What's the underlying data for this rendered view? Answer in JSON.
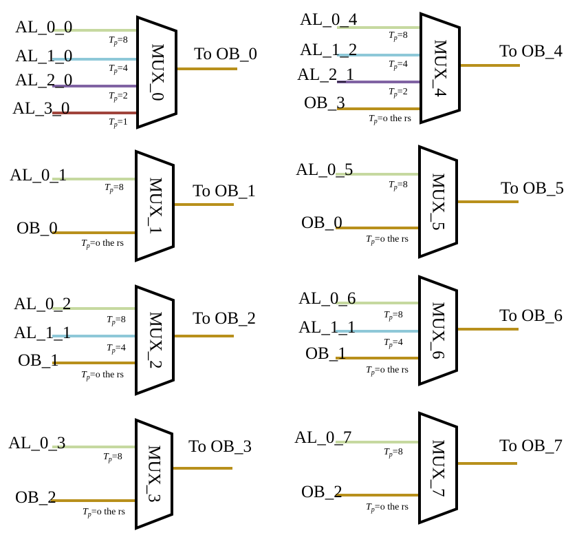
{
  "colors": {
    "AL_0": "#c6d9a0",
    "AL_1": "#8ec8d8",
    "AL_2": "#8063a3",
    "AL_3": "#a0443c",
    "OB": "#b8901c",
    "mux_stroke": "#000000"
  },
  "muxes": [
    {
      "name": "MUX_0",
      "output": "To OB_0",
      "inputs": [
        {
          "label": "AL_0_0",
          "color": "AL_0",
          "cond_sym": "T",
          "cond_sub": "p",
          "cond_val": "=8"
        },
        {
          "label": "AL_1_0",
          "color": "AL_1",
          "cond_sym": "T",
          "cond_sub": "p",
          "cond_val": "=4"
        },
        {
          "label": "AL_2_0",
          "color": "AL_2",
          "cond_sym": "T",
          "cond_sub": "p",
          "cond_val": "=2"
        },
        {
          "label": "AL_3_0",
          "color": "AL_3",
          "cond_sym": "T",
          "cond_sub": "p",
          "cond_val": "=1"
        }
      ]
    },
    {
      "name": "MUX_1",
      "output": "To OB_1",
      "inputs": [
        {
          "label": "AL_0_1",
          "color": "AL_0",
          "cond_sym": "T",
          "cond_sub": "p",
          "cond_val": "=8"
        },
        {
          "label": "OB_0",
          "color": "OB",
          "cond_sym": "T",
          "cond_sub": "p",
          "cond_val": "=o the rs"
        }
      ]
    },
    {
      "name": "MUX_2",
      "output": "To OB_2",
      "inputs": [
        {
          "label": "AL_0_2",
          "color": "AL_0",
          "cond_sym": "T",
          "cond_sub": "p",
          "cond_val": "=8"
        },
        {
          "label": "AL_1_1",
          "color": "AL_1",
          "cond_sym": "T",
          "cond_sub": "p",
          "cond_val": "=4"
        },
        {
          "label": "OB_1",
          "color": "OB",
          "cond_sym": "T",
          "cond_sub": "p",
          "cond_val": "=o the rs"
        }
      ]
    },
    {
      "name": "MUX_3",
      "output": "To OB_3",
      "inputs": [
        {
          "label": "AL_0_3",
          "color": "AL_0",
          "cond_sym": "T",
          "cond_sub": "p",
          "cond_val": "=8"
        },
        {
          "label": "OB_2",
          "color": "OB",
          "cond_sym": "T",
          "cond_sub": "p",
          "cond_val": "=o the rs"
        }
      ]
    },
    {
      "name": "MUX_4",
      "output": "To OB_4",
      "inputs": [
        {
          "label": "AL_0_4",
          "color": "AL_0",
          "cond_sym": "T",
          "cond_sub": "p",
          "cond_val": "=8"
        },
        {
          "label": "AL_1_2",
          "color": "AL_1",
          "cond_sym": "T",
          "cond_sub": "p",
          "cond_val": "=4"
        },
        {
          "label": "AL_2_1",
          "color": "AL_2",
          "cond_sym": "T",
          "cond_sub": "p",
          "cond_val": "=2"
        },
        {
          "label": "OB_3",
          "color": "OB",
          "cond_sym": "T",
          "cond_sub": "p",
          "cond_val": "=o the rs"
        }
      ]
    },
    {
      "name": "MUX_5",
      "output": "To OB_5",
      "inputs": [
        {
          "label": "AL_0_5",
          "color": "AL_0",
          "cond_sym": "T",
          "cond_sub": "p",
          "cond_val": "=8"
        },
        {
          "label": "OB_0",
          "color": "OB",
          "cond_sym": "T",
          "cond_sub": "p",
          "cond_val": "=o the rs"
        }
      ]
    },
    {
      "name": "MUX_6",
      "output": "To OB_6",
      "inputs": [
        {
          "label": "AL_0_6",
          "color": "AL_0",
          "cond_sym": "T",
          "cond_sub": "p",
          "cond_val": "=8"
        },
        {
          "label": "AL_1_1",
          "color": "AL_1",
          "cond_sym": "T",
          "cond_sub": "p",
          "cond_val": "=4"
        },
        {
          "label": "OB_1",
          "color": "OB",
          "cond_sym": "T",
          "cond_sub": "p",
          "cond_val": "=o the rs"
        }
      ]
    },
    {
      "name": "MUX_7",
      "output": "To OB_7",
      "inputs": [
        {
          "label": "AL_0_7",
          "color": "AL_0",
          "cond_sym": "T",
          "cond_sub": "p",
          "cond_val": "=8"
        },
        {
          "label": "OB_2",
          "color": "OB",
          "cond_sym": "T",
          "cond_sub": "p",
          "cond_val": "=o the rs"
        }
      ]
    }
  ]
}
